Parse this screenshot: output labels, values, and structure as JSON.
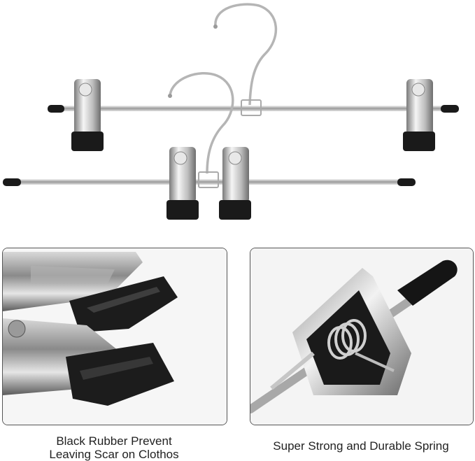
{
  "captions": {
    "left_line1": "Black Rubber Prevent",
    "left_line2": "Leaving Scar on Clothos",
    "right": "Super Strong and Durable Spring"
  },
  "colors": {
    "chrome": "#c8c8c8",
    "rubber": "#1a1a1a",
    "border": "#555555"
  }
}
